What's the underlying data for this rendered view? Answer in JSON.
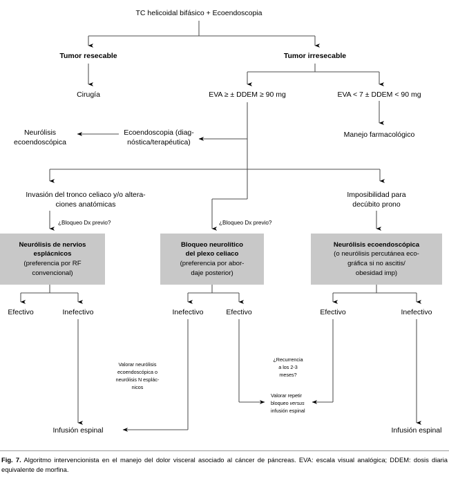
{
  "figure": {
    "caption_label": "Fig. 7.",
    "caption_text": "Algoritmo intervencionista en el manejo del dolor visceral asociado al cáncer de páncreas. EVA: escala visual analógica; DDEM: dosis diaria equivalente de morfina.",
    "accent_box_color": "#c8c8c8",
    "line_color": "#4d4d4d"
  },
  "diagram": {
    "type": "flowchart",
    "title": "Algoritmo intervencionista en el manejo del dolor visceral asociado al cáncer de páncreas",
    "root": "TC helicoidal bifásico + Ecoendoscopia",
    "nodes": {
      "root": "TC helicoidal bifásico + Ecoendoscopia",
      "resecable": "Tumor resecable",
      "irresecable": "Tumor irresecable",
      "cirugia": "Cirugía",
      "eva_high": "EVA ≥ ± DDEM ≥ 90 mg",
      "eva_low": "EVA < 7 ± DDEM < 90 mg",
      "manejo_farmaco": "Manejo farmacológico",
      "ecoendoscopia_l1": "Ecoendoscopia (diag-",
      "ecoendoscopia_l2": "nóstica/terapéutica)",
      "neurolisis_eco_l1": "Neurólisis",
      "neurolisis_eco_l2": "ecoendoscópica",
      "invasion_l1": "Invasión del tronco celiaco y/o altera-",
      "invasion_l2": "ciones anatómicas",
      "imposibilidad_l1": "Imposibilidad para",
      "imposibilidad_l2": "decúbito prono",
      "bloqueo_dx_left": "¿Bloqueo Dx previo?",
      "bloqueo_dx_mid": "¿Bloqueo Dx previo?",
      "box1_l1": "Neurólisis de nervios",
      "box1_l2": "esplácnicos",
      "box1_l3": "(preferencia por RF",
      "box1_l4": "convencional)",
      "box2_l1": "Bloqueo neurolítico",
      "box2_l2": "del plexo celiaco",
      "box2_l3": "(preferencia por abor-",
      "box2_l4": "daje posterior)",
      "box3_l1": "Neurólisis ecoendoscópica",
      "box3_l2": "(o neurólisis percutánea eco-",
      "box3_l3": "gráfica si no ascitis/",
      "box3_l4": "obesidad imp)",
      "b1_left": "Efectivo",
      "b1_right": "Inefectivo",
      "b2_left": "Inefectivo",
      "b2_right": "Efectivo",
      "b3_left": "Efectivo",
      "b3_right": "Inefectivo",
      "valorar_l1": "Valorar neurólisis",
      "valorar_l2": "ecoendoscópica o",
      "valorar_l3": "neurólisis N esplác-",
      "valorar_l4": "nicos",
      "recurrencia_l1": "¿Recurrencia",
      "recurrencia_l2": "a los 2-3",
      "recurrencia_l3": "meses?",
      "repetir_l1": "Valorar repetir",
      "repetir_l2a": "bloqueo ",
      "repetir_l2b": "versus",
      "repetir_l3": "infusión espinal",
      "infusion_left": "Infusión espinal",
      "infusion_right": "Infusión espinal"
    }
  }
}
